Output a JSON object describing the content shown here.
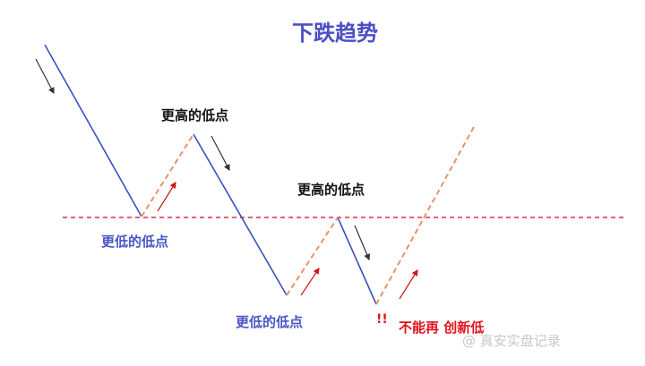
{
  "title": "下跌趋势",
  "labels": {
    "higher_low_1": "更高的低点",
    "higher_low_2": "更高的低点",
    "lower_low_1": "更低的低点",
    "lower_low_2": "更低的低点",
    "no_new_low": "不能再 创新低",
    "exclaim": "!!"
  },
  "watermark": "@ 真安实盘记录",
  "colors": {
    "down_leg": "#3a50c0",
    "up_leg_dashed": "#e8926a",
    "arrow_down": "#333333",
    "arrow_up": "#d01818",
    "support_line": "#d83040",
    "title": "#4a4fc4",
    "blue_label": "#4a55c6",
    "red_label": "#e0141e"
  }
}
